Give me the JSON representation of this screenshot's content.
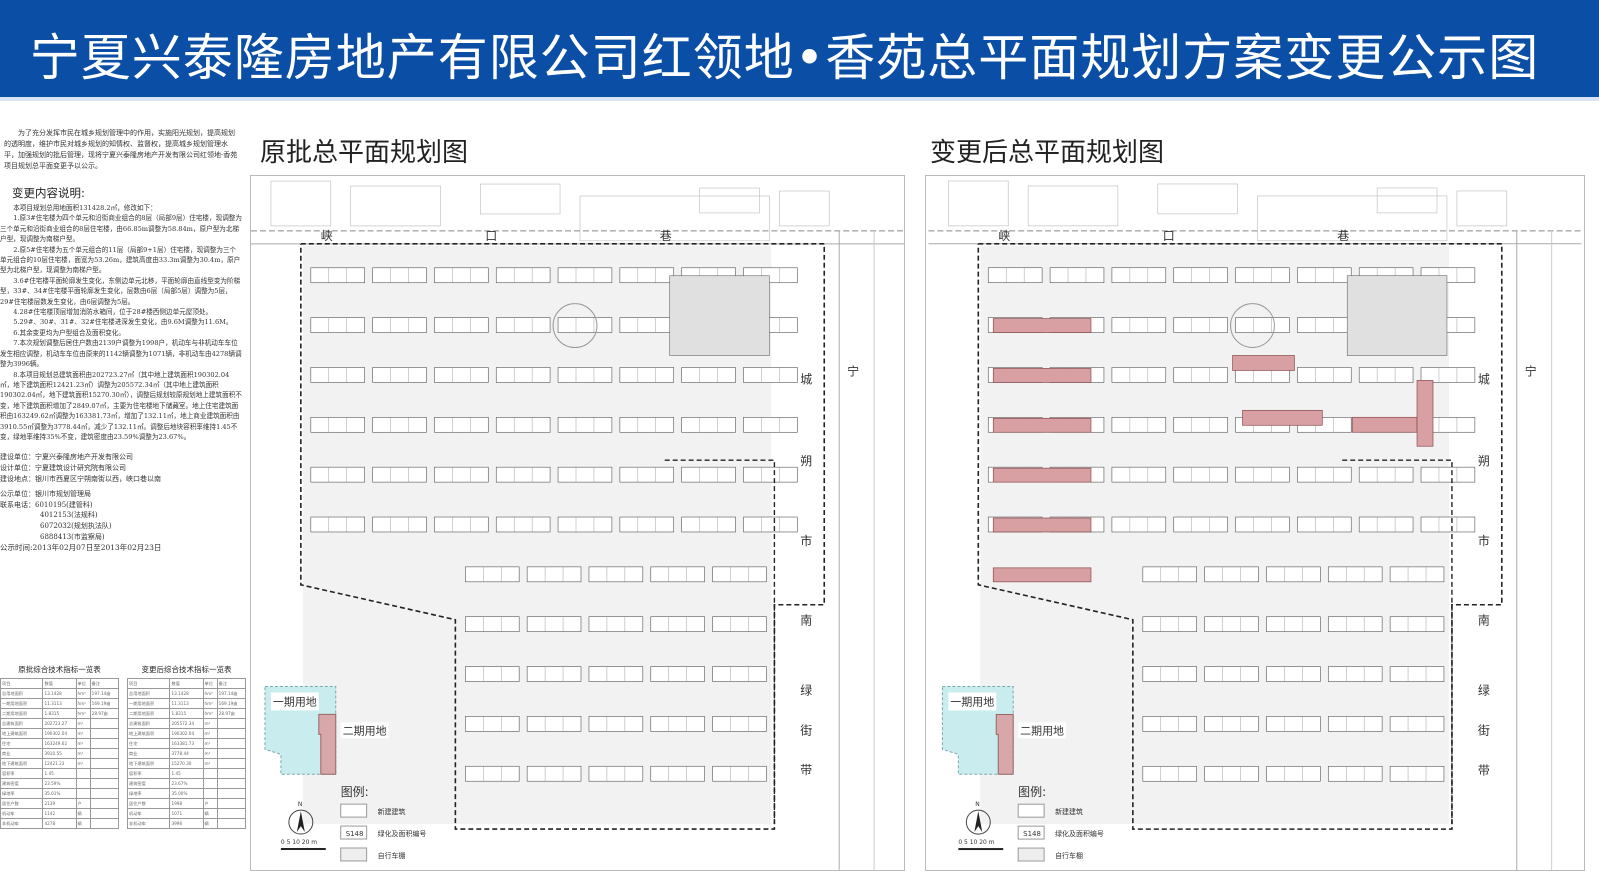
{
  "header": {
    "title": "宁夏兴泰隆房地产有限公司红领地•香苑总平面规划方案变更公示图"
  },
  "intro": "为了充分发挥市民在城乡规划管理中的作用，实施阳光规划，提高规划的透明度，维护市民对城乡规划的知情权、监督权，提高城乡规划管理水平，加强规划的批后管理，现将宁夏兴泰隆房地产开发有限公司红领地·香苑项目规划总平面变更予以公示。",
  "changes": {
    "heading": "变更内容说明:",
    "items": [
      "本项目规划总用地面积131428.2㎡，修改如下：",
      "1.原3#住宅楼为四个单元和沿街商业组合的8层（局部9层）住宅楼，现调整为三个单元和沿街商业组合的8层住宅楼，由66.85m调整为58.84m，原户型为北梯户型，现调整为南梯户型。",
      "2.原5#住宅楼为五个单元组合的11层（局部9+1层）住宅楼，现调整为三个单元组合的10层住宅楼，面宽为53.26m，建筑高度由33.3m调整为30.4m，原户型为北梯户型，现调整为南梯户型。",
      "3.6#住宅楼平面轮廓发生变化，东侧边单元北移，平面轮廓由直线型变为阶梯型，33#、34#住宅楼平面轮廓发生变化，层数由6层（局部5层）调整为5层，29#住宅楼层数发生变化，由6层调整为5层。",
      "4.28#住宅楼顶层增加消防水箱间，位于28#楼西侧边单元屋顶处。",
      "5.29#、30#、31#、32#住宅楼进深发生变化，由9.6M调整为11.6M。",
      "6.其余变更均为户型组合及面积变化。",
      "7.本次规划调整后居住户数由2139户调整为1998户，机动车与非机动车车位发生相应调整，机动车车位由原来的1142辆调整为1071辆，非机动车由4278辆调整为3996辆。",
      "8.本项目规划总建筑面积由202723.27㎡（其中地上建筑面积190302.04㎡，地下建筑面积12421.23㎡）调整为205572.34㎡（其中地上建筑面积190302.04㎡，地下建筑面积15270.30㎡），调整后规划较原规划地上建筑面积不变，地下建筑面积增加了2849.07㎡，主要为住宅楼地下储藏室。地上住宅建筑面积由163249.62㎡调整为163381.73㎡，增加了132.11㎡，地上商业建筑面积由3910.55㎡调整为3778.44㎡，减少了132.11㎡。调整后地块容积率维持1.45不变，绿地率维持35%不变，建筑密度由23.59%调整为23.67%。"
    ]
  },
  "info": {
    "builder": "建设单位：宁夏兴泰隆房地产开发有限公司",
    "designer": "设计单位：宁夏建筑设计研究院有限公司",
    "location": "建设地点：银川市西夏区宁朔南街以西，峡口巷以南",
    "publisher": "公示单位：银川市规划管理局",
    "phone_label": "联系电话：",
    "phones": [
      "6010195(建管科)",
      "4012153(法规科)",
      "6072032(规划执法队)",
      "6888413(市监察局)"
    ],
    "period": "公示时间:2013年02月07日至2013年02月23日"
  },
  "tables": [
    {
      "title": "原批综合技术指标一览表",
      "rows": [
        [
          "项目",
          "数值",
          "单位",
          "备注"
        ],
        [
          "总用地面积",
          "13.1428",
          "hm²",
          "197.14亩"
        ],
        [
          "一期用地面积",
          "11.3113",
          "hm²",
          "169.19亩"
        ],
        [
          "二期用地面积",
          "1.8315",
          "hm²",
          "28.97亩"
        ],
        [
          "总建筑面积",
          "202723.27",
          "m²",
          ""
        ],
        [
          "地上建筑面积",
          "190302.04",
          "m²",
          ""
        ],
        [
          "住宅",
          "163249.62",
          "m²",
          ""
        ],
        [
          "商业",
          "3910.55",
          "m²",
          ""
        ],
        [
          "地下建筑面积",
          "12421.23",
          "m²",
          ""
        ],
        [
          "容积率",
          "1.45",
          "",
          ""
        ],
        [
          "建筑密度",
          "23.59%",
          "",
          ""
        ],
        [
          "绿地率",
          "35.01%",
          "",
          ""
        ],
        [
          "居住户数",
          "2139",
          "户",
          ""
        ],
        [
          "机动车",
          "1142",
          "辆",
          ""
        ],
        [
          "非机动车",
          "4278",
          "辆",
          ""
        ]
      ]
    },
    {
      "title": "变更后综合技术指标一览表",
      "rows": [
        [
          "项目",
          "数值",
          "单位",
          "备注"
        ],
        [
          "总用地面积",
          "13.1428",
          "hm²",
          "197.14亩"
        ],
        [
          "一期用地面积",
          "11.3113",
          "hm²",
          "169.19亩"
        ],
        [
          "二期用地面积",
          "1.8315",
          "hm²",
          "28.97亩"
        ],
        [
          "总建筑面积",
          "205572.34",
          "m²",
          ""
        ],
        [
          "地上建筑面积",
          "190302.04",
          "m²",
          ""
        ],
        [
          "住宅",
          "163381.73",
          "m²",
          ""
        ],
        [
          "商业",
          "3778.44",
          "m²",
          ""
        ],
        [
          "地下建筑面积",
          "15270.30",
          "m²",
          ""
        ],
        [
          "容积率",
          "1.45",
          "",
          ""
        ],
        [
          "建筑密度",
          "23.67%",
          "",
          ""
        ],
        [
          "绿地率",
          "35.00%",
          "",
          ""
        ],
        [
          "居住户数",
          "1998",
          "户",
          ""
        ],
        [
          "机动车",
          "1071",
          "辆",
          ""
        ],
        [
          "非机动车",
          "3996",
          "辆",
          ""
        ]
      ]
    }
  ],
  "plans": [
    {
      "title": "原批总平面规划图"
    },
    {
      "title": "变更后总平面规划图"
    }
  ],
  "map": {
    "top_road": [
      "峡",
      "口",
      "巷"
    ],
    "east_road_a": [
      "城",
      "朔",
      "市",
      "南",
      "绿",
      "街",
      "带"
    ],
    "east_road_b": "宁",
    "phase1": "一期用地",
    "phase2": "二期用地",
    "legend_title": "图例:",
    "legend": [
      "新建建筑",
      "绿化及面积编号",
      "自行车棚"
    ],
    "legend_code": "S148",
    "north": "N",
    "scale": "0 5 10   20 m"
  },
  "colors": {
    "header": "#0b4ea6",
    "phase1": "#c9ecef",
    "phase2": "#d8a7aa",
    "changed": "#d9a0a3"
  }
}
